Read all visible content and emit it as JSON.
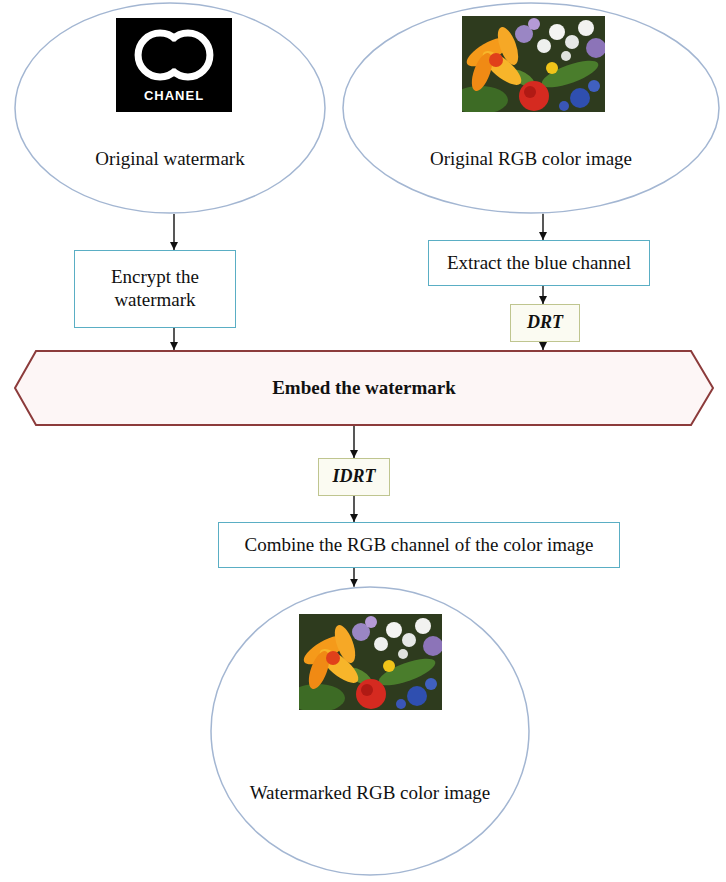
{
  "diagram": {
    "nodes": [
      {
        "text": [
          "Original watermark"
        ]
      },
      {
        "text": [
          "Original RGB color image"
        ]
      },
      {
        "text": [
          "Encrypt the watermark"
        ]
      },
      {
        "text": [
          "Extract the blue channel"
        ]
      },
      {
        "text": [
          "DRT"
        ]
      },
      {
        "text": [
          "Embed the watermark"
        ]
      },
      {
        "text": [
          "IDRT"
        ]
      },
      {
        "text": [
          "Combine the RGB channel of the color image"
        ]
      },
      {
        "text": [
          "Watermarked RGB color image"
        ]
      }
    ],
    "edges": [
      {
        "from": 0,
        "to": 2,
        "arrow": "to"
      },
      {
        "from": 1,
        "to": 3,
        "arrow": "to"
      },
      {
        "from": 3,
        "to": 4,
        "arrow": "to"
      },
      {
        "from": 2,
        "to": 5,
        "arrow": "to"
      },
      {
        "from": 4,
        "to": 5,
        "arrow": "to"
      },
      {
        "from": 5,
        "to": 6,
        "arrow": "to"
      },
      {
        "from": 6,
        "to": 7,
        "arrow": "to"
      },
      {
        "from": 7,
        "to": 8,
        "arrow": "to"
      }
    ],
    "labels": [
      "CHANEL"
    ]
  }
}
